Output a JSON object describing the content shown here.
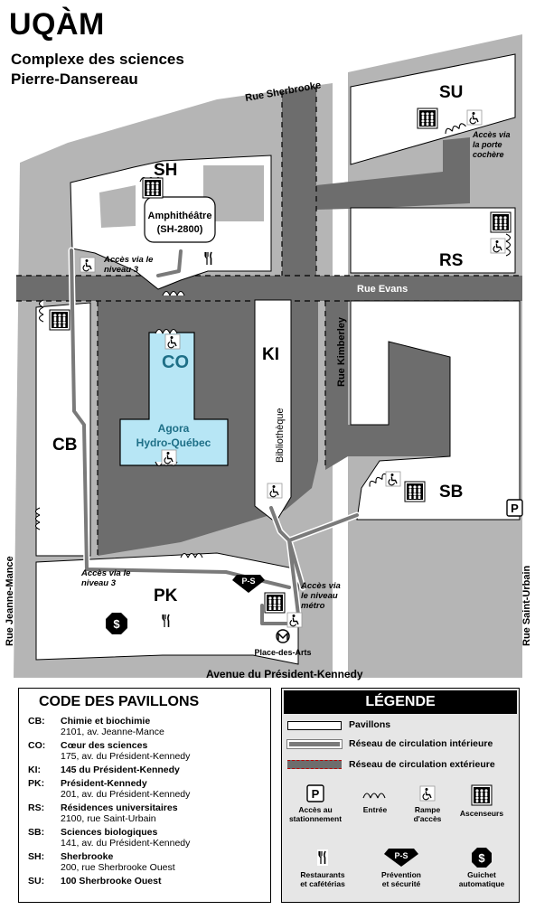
{
  "header": {
    "logo": "UQÀM",
    "complex_line1": "Complexe des sciences",
    "complex_line2": "Pierre-Dansereau"
  },
  "streets": {
    "sherbrooke": "Rue Sherbrooke",
    "evans": "Rue Evans",
    "kimberley": "Rue Kimberley",
    "jeanne_mance": "Rue Jeanne-Mance",
    "saint_urbain": "Rue Saint-Urbain",
    "president_kennedy": "Avenue du Président-Kennedy"
  },
  "buildings": {
    "su": "SU",
    "sh": "SH",
    "rs": "RS",
    "ki": "KI",
    "co": "CO",
    "cb": "CB",
    "sb": "SB",
    "pk": "PK"
  },
  "places": {
    "amphi_line1": "Amphithéâtre",
    "amphi_line2": "(SH-2800)",
    "agora_line1": "Agora",
    "agora_line2": "Hydro-Québec",
    "bibliotheque": "Bibliothèque",
    "place_des_arts": "Place-des-Arts"
  },
  "notes": {
    "sh_line1": "Accès via le",
    "sh_line2": "niveau 3",
    "pk_line1": "Accès via le",
    "pk_line2": "niveau 3",
    "metro_line1": "Accès via",
    "metro_line2": "le niveau",
    "metro_line3": "métro",
    "porte_line1": "Accès via",
    "porte_line2": "la porte",
    "porte_line3": "cochère"
  },
  "map_symbols": {
    "parking_letter": "P",
    "prevention_letters": "P-S",
    "guichet_letter": "$"
  },
  "pavillons": {
    "title": "CODE DES PAVILLONS",
    "list": [
      {
        "code": "CB:",
        "name": "Chimie et biochimie",
        "address": "2101, av. Jeanne-Mance"
      },
      {
        "code": "CO:",
        "name": "Cœur des sciences",
        "address": "175, av. du Président-Kennedy"
      },
      {
        "code": "KI:",
        "name": "145 du Président-Kennedy",
        "address": ""
      },
      {
        "code": "PK:",
        "name": "Président-Kennedy",
        "address": "201, av. du Président-Kennedy"
      },
      {
        "code": "RS:",
        "name": "Résidences universitaires",
        "address": "2100, rue Saint-Urbain"
      },
      {
        "code": "SB:",
        "name": "Sciences biologiques",
        "address": "141, av. du Président-Kennedy"
      },
      {
        "code": "SH:",
        "name": "Sherbrooke",
        "address": "200, rue Sherbrooke Ouest"
      },
      {
        "code": "SU:",
        "name": "100 Sherbrooke Ouest",
        "address": ""
      }
    ]
  },
  "legende": {
    "title": "LÉGENDE",
    "pavillons": "Pavillons",
    "interieur": "Réseau  de circulation intérieure",
    "exterieur": "Réseau  de circulation extérieure",
    "stationnement_1": "Accès au",
    "stationnement_2": "stationnement",
    "entree": "Entrée",
    "rampe_1": "Rampe",
    "rampe_2": "d'accès",
    "ascenseurs": "Ascenseurs",
    "restaurants_1": "Restaurants",
    "restaurants_2": "et cafétérias",
    "prevention_1": "Prévention",
    "prevention_2": "et sécurité",
    "guichet_1": "Guichet",
    "guichet_2": "automatique"
  },
  "colors": {
    "ground": "#b5b5b5",
    "road": "#6d6d6d",
    "building": "#ffffff",
    "co_fill": "#b7e6f5",
    "co_text": "#1e6f87",
    "panel_legend": "#e6e6e6"
  }
}
